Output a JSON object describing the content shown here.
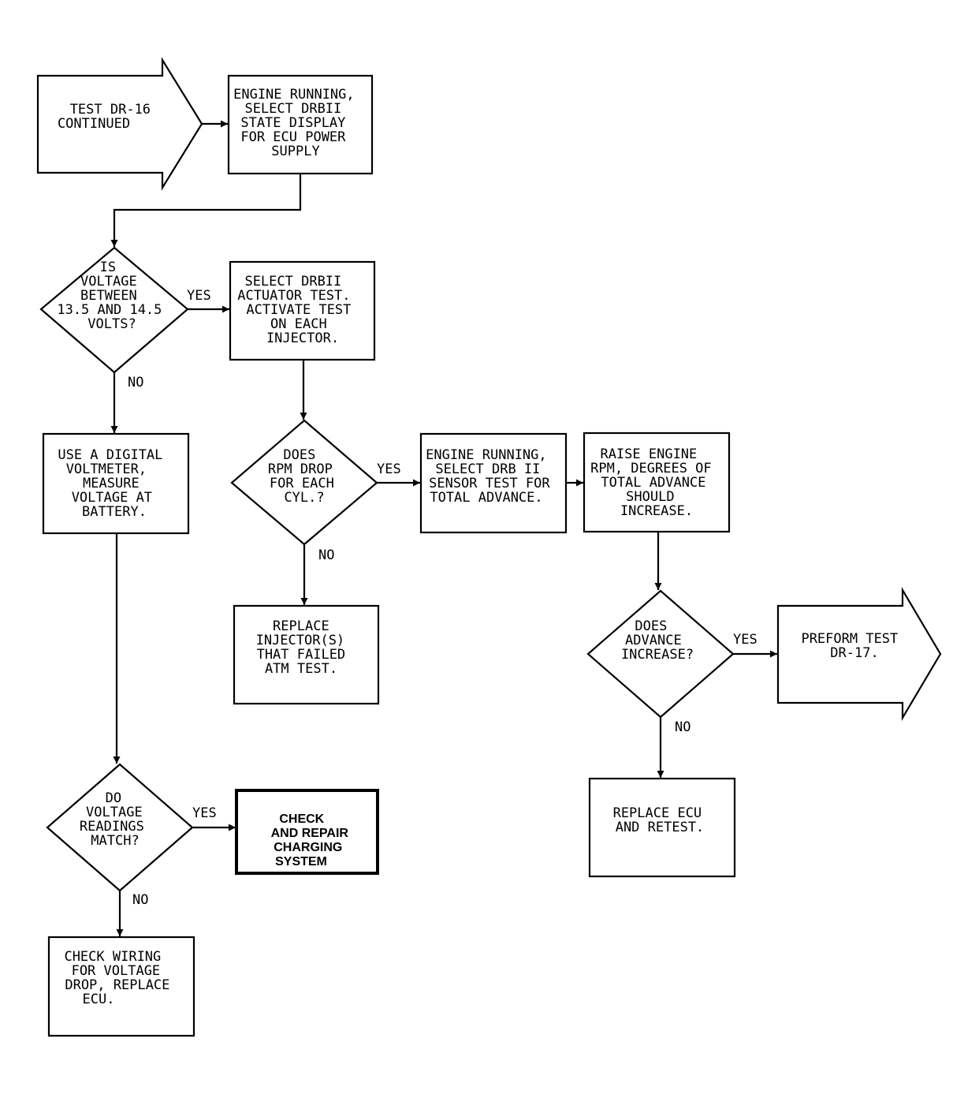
{
  "nodes": {
    "start_arrow": [
      "TEST DR-16",
      "CONTINUED"
    ],
    "engine_running_1": [
      "ENGINE RUNNING,",
      "SELECT DRBII",
      "STATE DISPLAY",
      "FOR ECU POWER",
      "SUPPLY"
    ],
    "decision_voltage_range": [
      "IS",
      "VOLTAGE",
      "BETWEEN",
      "13.5 AND 14.5",
      "VOLTS?"
    ],
    "select_actuator_test": [
      "SELECT DRBII",
      "ACTUATOR TEST.",
      "ACTIVATE TEST",
      "ON EACH",
      "INJECTOR."
    ],
    "use_voltmeter": [
      "USE A DIGITAL",
      "VOLTMETER,",
      "MEASURE",
      "VOLTAGE AT",
      "BATTERY."
    ],
    "decision_rpm_drop": [
      "DOES",
      "RPM DROP",
      "FOR EACH",
      "CYL.?"
    ],
    "engine_running_2": [
      "ENGINE RUNNING,",
      "SELECT DRB II",
      "SENSOR TEST FOR",
      "TOTAL ADVANCE."
    ],
    "raise_engine_rpm": [
      "RAISE ENGINE",
      "RPM, DEGREES OF",
      "TOTAL ADVANCE",
      "SHOULD",
      "INCREASE."
    ],
    "replace_injectors": [
      "REPLACE",
      "INJECTOR(S)",
      "THAT FAILED",
      "ATM TEST."
    ],
    "decision_advance": [
      "DOES",
      "ADVANCE",
      "INCREASE?"
    ],
    "perform_test_arrow": [
      "PREFORM TEST",
      "DR-17."
    ],
    "decision_readings_match": [
      "DO",
      "VOLTAGE",
      "READINGS",
      "MATCH?"
    ],
    "check_charging": [
      "CHECK",
      "AND REPAIR",
      "CHARGING",
      "SYSTEM"
    ],
    "replace_ecu": [
      "REPLACE ECU",
      "AND RETEST."
    ],
    "check_wiring": [
      "CHECK WIRING",
      "FOR VOLTAGE",
      "DROP, REPLACE",
      "ECU."
    ]
  },
  "edge_labels": {
    "yes_voltage": "YES",
    "no_voltage": "NO",
    "yes_rpm": "YES",
    "no_rpm": "NO",
    "yes_advance": "YES",
    "no_advance": "NO",
    "yes_readings": "YES",
    "no_readings": "NO"
  }
}
